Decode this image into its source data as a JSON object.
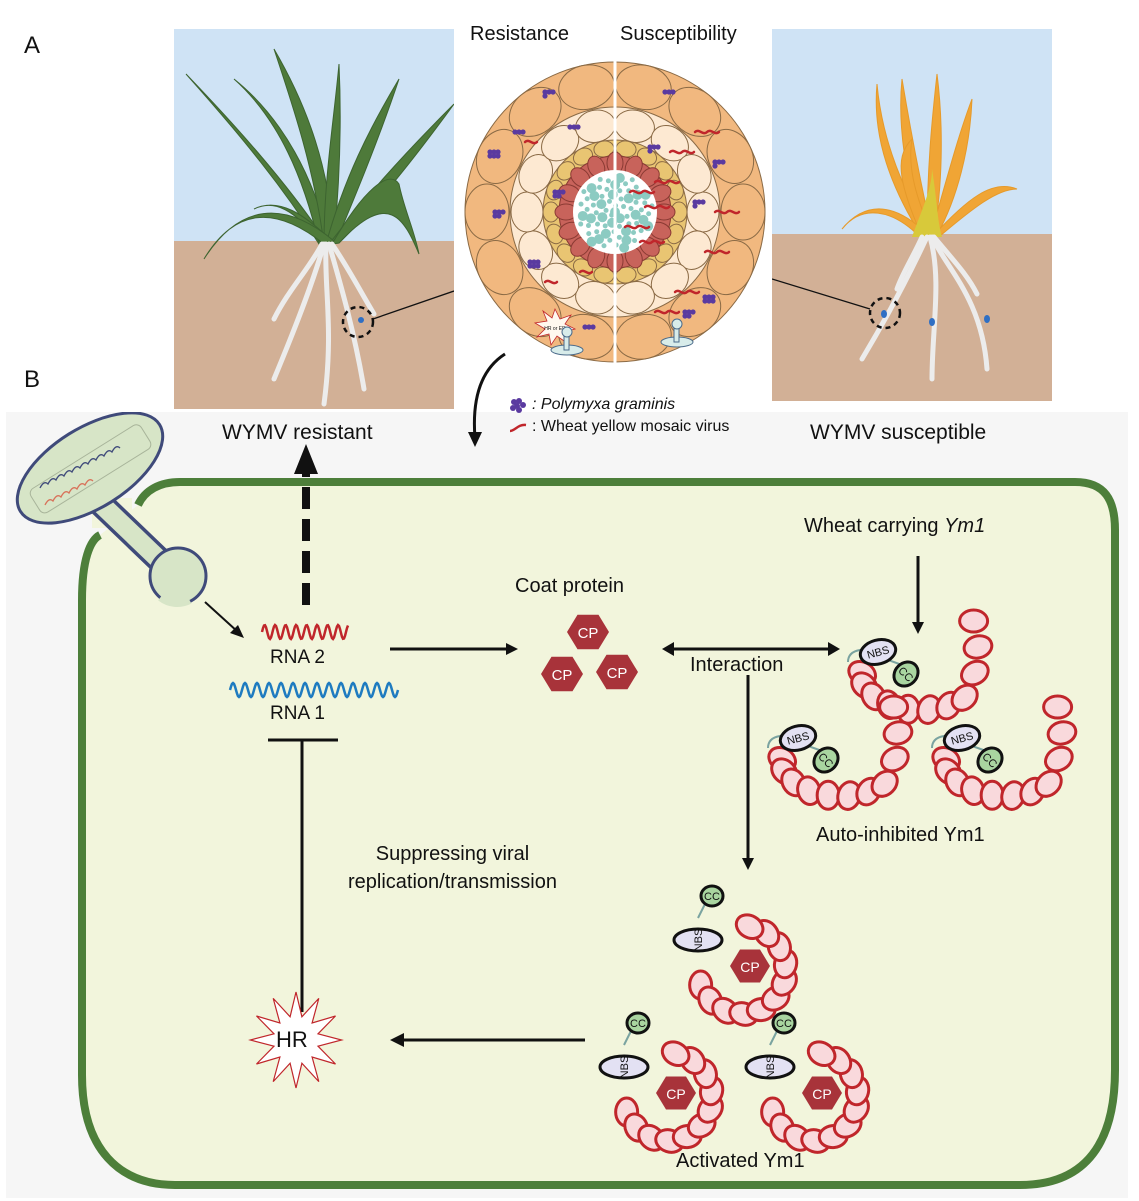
{
  "panels": {
    "a_label": "A",
    "b_label": "B"
  },
  "panel_a": {
    "cross_section": {
      "left_heading": "Resistance",
      "right_heading": "Susceptibility",
      "hr_tag": "HR or ER"
    },
    "resistant_plant": {
      "caption": "WYMV resistant",
      "leaf_color": "#4e7a3a"
    },
    "susceptible_plant": {
      "caption": "WYMV susceptible",
      "leaf_color": "#f0a535"
    },
    "legend": [
      {
        "symbol": "polymyxa-cluster",
        "label": ": Polymyxa graminis",
        "italic": true
      },
      {
        "symbol": "virus-squiggle",
        "label": ": Wheat yellow mosaic virus",
        "italic": false
      }
    ]
  },
  "panel_b": {
    "rna2_label": "RNA 2",
    "rna1_label": "RNA 1",
    "coat_protein_label": "Coat protein",
    "cp_label": "CP",
    "interaction_label": "Interaction",
    "wheat_carrying_prefix": "Wheat carrying ",
    "wheat_carrying_gene": "Ym1",
    "nbs_label": "NBS",
    "cc_label": "CC",
    "auto_inhibited_label": "Auto-inhibited Ym1",
    "activated_label": "Activated Ym1",
    "suppress_line1": "Suppressing viral",
    "suppress_line2": "replication/transmission",
    "hr_label": "HR"
  },
  "colors": {
    "cell_wall": "#4d7f3a",
    "cytoplasm": "#f2f5dc",
    "virus_red": "#c0262b",
    "rna1_blue": "#1f7bc0",
    "cp_fill": "#a8333a",
    "lrr_fill": "#f9d9dc",
    "nbs_fill": "#e3e1f3",
    "cc_fill": "#a9d5a0",
    "sky": "#cfe3f5",
    "soil": "#d2b096"
  }
}
